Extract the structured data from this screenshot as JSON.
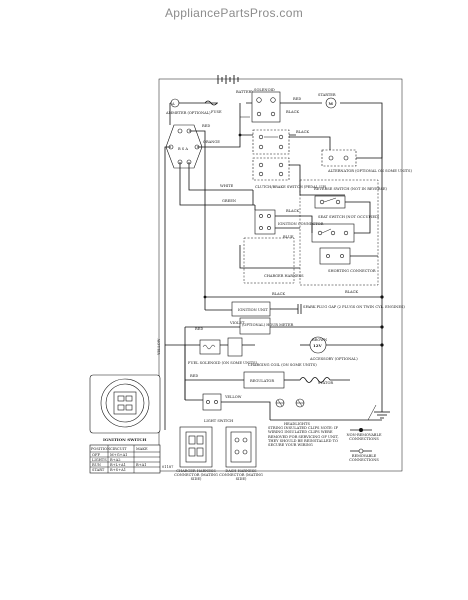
{
  "watermark": "AppliancePartsPros.com",
  "labels": {
    "battery": "BATTERY",
    "solenoid": "SOLENOID",
    "starter": "STARTER",
    "ammeter": "AMMETER (OPTIONAL)",
    "fuse": "FUSE",
    "clutch_brake": "CLUTCH/BRAKE SWITCH (PEDAL UP)",
    "alternator": "ALTERNATOR (OPTIONAL ON SOME UNITS)",
    "reverse_switch": "REVERSE SWITCH (NOT IN REVERSE)",
    "seat_switch": "SEAT SWITCH (NOT OCCUPIED)",
    "ignition_connector": "IGNITION CONNECTOR",
    "charger_harness": "CHARGER HARNESS",
    "shorting_connector": "SHORTING CONNECTOR",
    "ignition_unit": "IGNITION UNIT",
    "spark_plug": "SPARK PLUG GAP (2 PLUGS ON TWIN CYL. ENGINES)",
    "hour_meter": "(OPTIONAL) HOUR METER",
    "volt_12": "12V",
    "accessory": "ACCESSORY (OPTIONAL)",
    "fuel_solenoid": "FUEL SOLENOID (ON SOME UNITS)",
    "charging_coil": "CHARGING COIL (ON SOME UNITS)",
    "regulator": "REGULATOR",
    "stator": "STATOR",
    "light_switch": "LIGHT SWITCH",
    "headlights": "HEADLIGHTS",
    "ignition_switch": "IGNITION SWITCH",
    "charger_conn": "CHARGER HARNESS CONNECTOR (MATING SIDE)",
    "dash_conn": "DASH HARNESS CONNECTOR (MATING SIDE)",
    "string_clips": "STRING INSULATED CLIPS NOTE: IF WIRING INSULATED CLIPS WERE REMOVED FOR SERVICING OF UNIT, THEY SHOULD BE REINSTALLED TO SECURE YOUR WIRING",
    "non_removable": "NON-REMOVABLE CONNECTIONS",
    "removable": "REMOVABLE CONNECTIONS"
  },
  "wire_labels": {
    "red": "RED",
    "black": "BLACK",
    "white": "WHITE",
    "yellow": "YELLOW",
    "blue": "BLUE",
    "green": "GREEN",
    "orange": "ORANGE",
    "violet": "VIOLET",
    "brown": "BROWN"
  },
  "switch_table": {
    "headers": [
      "POSITION",
      "CIRCUIT",
      "MAKE"
    ],
    "rows": [
      [
        "OFF",
        "M+G+A1",
        ""
      ],
      [
        "LIGHTS",
        "B+A2",
        ""
      ],
      [
        "RUN",
        "B+L+A1",
        "B+A1"
      ],
      [
        "START",
        "B+S+A1",
        ""
      ]
    ],
    "code": "01187"
  }
}
